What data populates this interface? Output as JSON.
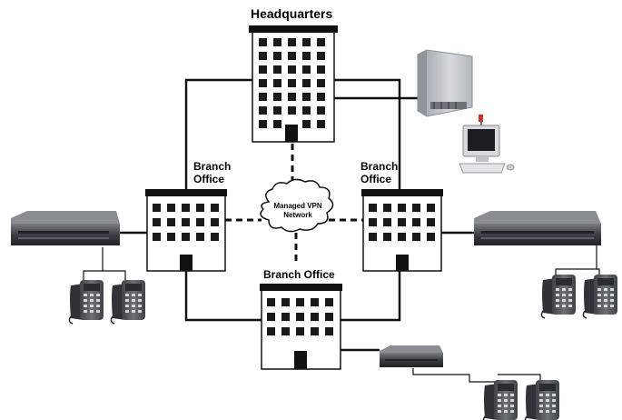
{
  "diagram": {
    "headquarters_label": "Headquarters",
    "branch_left_line1": "Branch",
    "branch_left_line2": "Office",
    "branch_right_line1": "Branch",
    "branch_right_line2": "Office",
    "branch_bottom_label": "Branch Office",
    "cloud_line1": "Managed VPN",
    "cloud_line2": "Network"
  },
  "colors": {
    "line": "#111111",
    "building_fill": "#ffffff",
    "window": "#1a1a1a",
    "router_body": "#4a4d52",
    "phone_body": "#5a5e63",
    "server_body": "#c9ccd1"
  }
}
